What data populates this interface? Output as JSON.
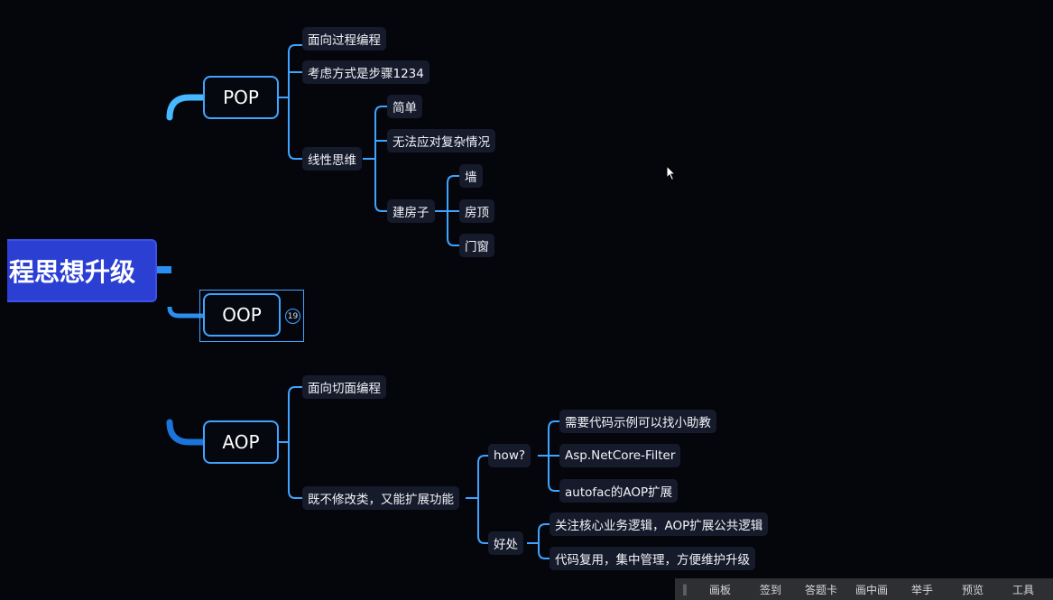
{
  "mindmap": {
    "root": "程思想升级",
    "branches": {
      "pop": {
        "label": "POP",
        "items": {
          "i1": "面向过程编程",
          "i2": "考虑方式是步骤1234",
          "linear": {
            "label": "线性思维",
            "simple": "简单",
            "complex": "无法应对复杂情况",
            "house": {
              "label": "建房子",
              "wall": "墙",
              "roof": "房顶",
              "door": "门窗"
            }
          }
        }
      },
      "oop": {
        "label": "OOP",
        "badge": "19"
      },
      "aop": {
        "label": "AOP",
        "items": {
          "i1": "面向切面编程",
          "extend": {
            "label": "既不修改类，又能扩展功能",
            "how": {
              "label": "how?",
              "a": "需要代码示例可以找小助教",
              "b": "Asp.NetCore-Filter",
              "c": "autofac的AOP扩展"
            },
            "benefit": {
              "label": "好处",
              "a": "关注核心业务逻辑，AOP扩展公共逻辑",
              "b": "代码复用，集中管理，方便维护升级"
            }
          }
        }
      }
    }
  },
  "toolbar": {
    "items": [
      "画板",
      "签到",
      "答题卡",
      "画中画",
      "举手",
      "预览",
      "工具"
    ]
  },
  "colors": {
    "trunk": "#1e7be0",
    "line": "#3fa4ff",
    "root_bg": "#2b3fd3",
    "node_bg": "#161b2c",
    "background": "#05060c"
  }
}
